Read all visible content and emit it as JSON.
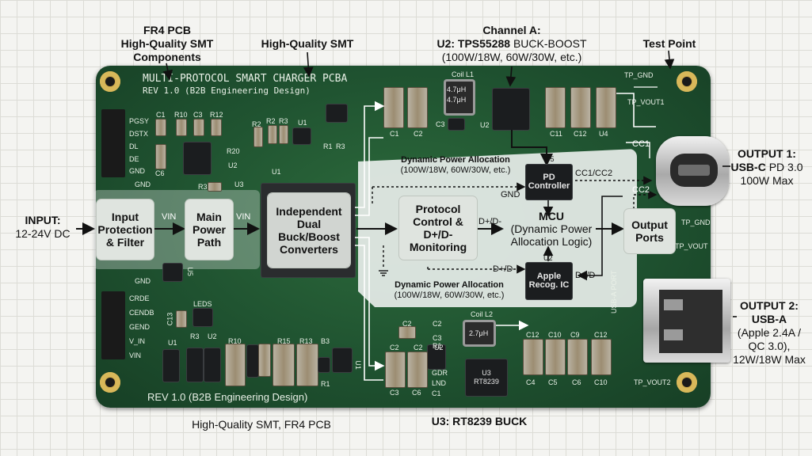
{
  "callouts": {
    "fr4": [
      "FR4 PCB",
      "High-Quality SMT",
      "Components"
    ],
    "smt_top": "High-Quality SMT",
    "channel_a": [
      "Channel A:",
      "U2: TPS55288",
      "BUCK-BOOST",
      "(100W/18W, 60W/30W, etc.)"
    ],
    "test_point": "Test Point",
    "input": [
      "INPUT:",
      "12-24V DC"
    ],
    "output1": [
      "OUTPUT 1:",
      "USB-C",
      "PD 3.0",
      "100W Max"
    ],
    "output2": [
      "OUTPUT 2:",
      "USB-A",
      "(Apple 2.4A /",
      "QC 3.0),",
      "12W/18W Max"
    ],
    "bottom_left": "High-Quality SMT, FR4 PCB",
    "bottom_u3": "U3: RT8239 BUCK"
  },
  "board": {
    "title": "MULTI-PROTOCOL SMART CHARGER PCBA",
    "subtitle": "REV 1.0 (B2B Engineering Design)",
    "bottom_rev": "REV 1.0 (B2B Engineering Design)"
  },
  "blocks": {
    "input_protection": [
      "Input",
      "Protection",
      "& Filter"
    ],
    "main_power": [
      "Main",
      "Power",
      "Path"
    ],
    "converters": [
      "Independent",
      "Dual",
      "Buck/Boost",
      "Converters"
    ],
    "protocol": [
      "Protocol",
      "Control &",
      "D+/D-",
      "Monitoring"
    ],
    "mcu": [
      "MCU",
      "(Dynamic Power",
      "Allocation Logic)"
    ],
    "pd_controller": [
      "PD",
      "Controller"
    ],
    "apple_ic": [
      "Apple",
      "Recog. IC"
    ],
    "output_ports": [
      "Output",
      "Ports"
    ]
  },
  "signals": {
    "vin1": "VIN",
    "vin2": "VIN",
    "dpm1": "D+/D-",
    "dpm2": "D+/D-",
    "dpm3": "D+/D-",
    "cc": "CC1/CC2",
    "cc2": "CC2",
    "cc1": "CC1",
    "gnd": "GND",
    "dpa_top": [
      "Dynamic Power Allocation",
      "(100W/18W, 60W/30W, etc.)"
    ],
    "dpa_bottom": [
      "Dynamic Power Allocation",
      "(100W/18W, 60W/30W, etc.)"
    ]
  },
  "components": {
    "coil_l1": "Coil L1",
    "l1_val1": "4.7μH",
    "l1_val2": "4.7μH",
    "coil_l2": "Coil L2",
    "l2_val": "2.7μH",
    "u3_chip": [
      "U3",
      "RT8239"
    ],
    "tp_gnd_top": "TP_GND",
    "tp_vout1": "TP_VOUT1",
    "tp_gnd_mid": "TP_GND",
    "tp_vout_mid": "TP_VOUT",
    "tp_vout2": "TP_VOUT2",
    "usba_silk": "USB-A PORT",
    "header_top": [
      "PGSY",
      "DSTX",
      "DL",
      "DE",
      "GND"
    ],
    "header_bottom": [
      "CRDE",
      "CENDB",
      "GEND",
      "V_IN",
      "VIN"
    ],
    "gnd_top": "GND",
    "gnd_bottom": "GND",
    "refs": [
      "C1",
      "R10",
      "C3",
      "R12",
      "R20",
      "U2",
      "C6",
      "R2",
      "R2",
      "R3",
      "U1",
      "R1",
      "R3",
      "U1",
      "R3",
      "U3",
      "U5",
      "LEDS",
      "C13",
      "U1",
      "R3",
      "U2",
      "R10",
      "R15",
      "R13",
      "B3",
      "R1",
      "U1",
      "C1",
      "C2",
      "C3",
      "C2",
      "C2",
      "C2",
      "C3",
      "C3",
      "C6",
      "C2",
      "U2",
      "R1",
      "GDR",
      "LND",
      "C1",
      "C12",
      "C4",
      "C10",
      "C5",
      "C9",
      "C6",
      "C12",
      "C10",
      "C11",
      "C12",
      "U4",
      "U5",
      "U2"
    ]
  },
  "colors": {
    "pcb": "#1f5230",
    "highlight": "#e6ece8",
    "block": "#dfe4df",
    "gold": "#c9a54a"
  }
}
